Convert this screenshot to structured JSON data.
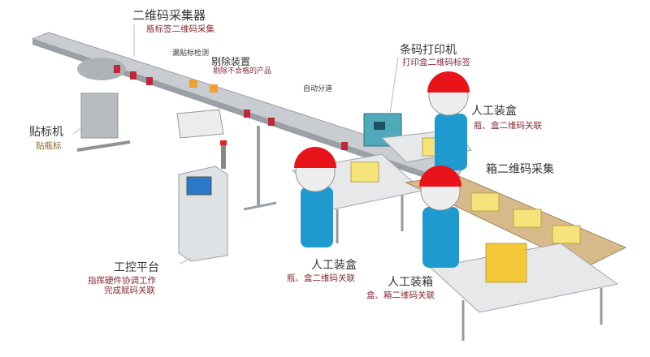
{
  "labels": {
    "qr_collector": {
      "title": "二维码采集器",
      "desc": "瓶标签二维码采集"
    },
    "missing_label_check": {
      "title": "漏贴标检测"
    },
    "reject_device": {
      "title": "剔除装置",
      "desc": "剔除不合格的产品"
    },
    "auto_lane": {
      "title": "自动分道"
    },
    "barcode_printer": {
      "title": "条码打印机",
      "desc": "打印盒二维码标签"
    },
    "manual_boxing_top": {
      "title": "人工装盒",
      "desc": "瓶、盒二维码关联"
    },
    "case_qr_collect": {
      "title": "箱二维码采集"
    },
    "labeler": {
      "title": "贴标机",
      "desc": "贴瓶标"
    },
    "control_platform": {
      "title": "工控平台",
      "desc1": "指挥硬件协调工作",
      "desc2": "完成赋码关联"
    },
    "manual_boxing_bottom": {
      "title": "人工装盒",
      "desc": "瓶、盒二维码关联"
    },
    "manual_casing": {
      "title": "人工装箱",
      "desc": "盒、箱二维码关联"
    }
  },
  "colors": {
    "helmet": "#e8141a",
    "overalls": "#1e9ad0",
    "box": "#f6e37a",
    "conveyor": "#c9ccd0",
    "accent_text": "#8a2a35"
  }
}
